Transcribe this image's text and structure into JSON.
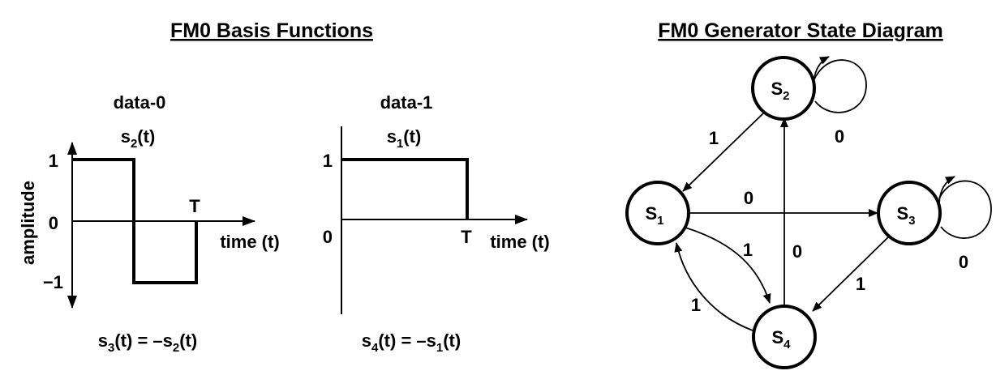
{
  "left_panel": {
    "title": "FM0 Basis Functions",
    "ylabel": "amplitude",
    "data0": {
      "heading": "data-0",
      "signal": {
        "base": "s",
        "sub": "2",
        "suffix": "(t)"
      },
      "tick_1": "1",
      "tick_0": "0",
      "tick_neg1": "−1",
      "t_label": "T",
      "xlabel": "time (t)",
      "equation": {
        "a_base": "s",
        "a_sub": "3",
        "mid": "(t) = –s",
        "b_sub": "2",
        "end": "(t)"
      }
    },
    "data1": {
      "heading": "data-1",
      "signal": {
        "base": "s",
        "sub": "1",
        "suffix": "(t)"
      },
      "tick_1": "1",
      "tick_0": "0",
      "t_label": "T",
      "xlabel": "time (t)",
      "equation": {
        "a_base": "s",
        "a_sub": "4",
        "mid": "(t) = –s",
        "b_sub": "1",
        "end": "(t)"
      }
    }
  },
  "right_panel": {
    "title": "FM0 Generator State Diagram",
    "states": [
      {
        "id": "s1",
        "base": "S",
        "sub": "1"
      },
      {
        "id": "s2",
        "base": "S",
        "sub": "2"
      },
      {
        "id": "s3",
        "base": "S",
        "sub": "3"
      },
      {
        "id": "s4",
        "base": "S",
        "sub": "4"
      }
    ],
    "edges": {
      "s2_to_s1": "1",
      "s2_self": "0",
      "s1_to_s3": "0",
      "s3_self": "0",
      "s1_to_s4": "1",
      "s4_to_s2": "0",
      "s3_to_s4": "1",
      "s4_to_s1": "1"
    }
  }
}
